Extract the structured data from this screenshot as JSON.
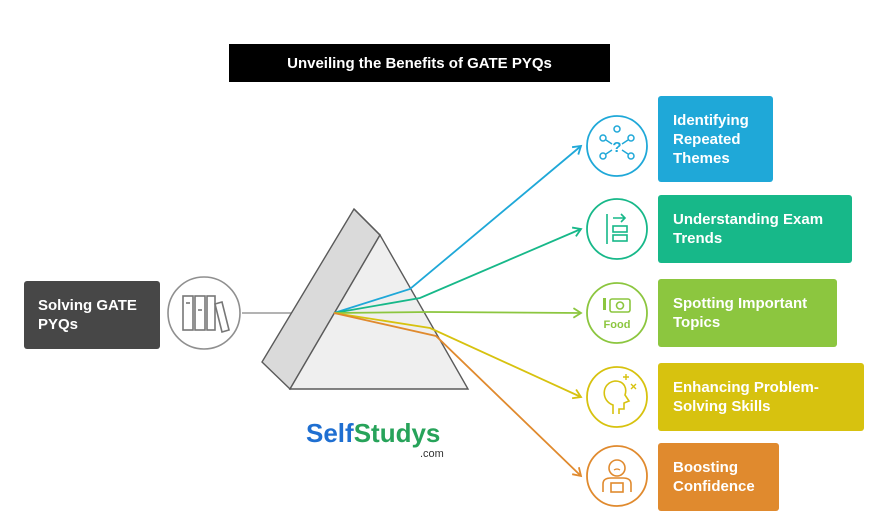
{
  "title": "Unveiling the Benefits of GATE PYQs",
  "input": {
    "label": "Solving GATE PYQs"
  },
  "outputs": [
    {
      "label": "Identifying Repeated Themes",
      "color": "#1fa8d8",
      "icon": "network-question-icon"
    },
    {
      "label": "Understanding Exam Trends",
      "color": "#17b889",
      "icon": "trend-arrow-icon"
    },
    {
      "label": "Spotting Important Topics",
      "color": "#8cc63f",
      "icon": "camera-food-icon"
    },
    {
      "label": "Enhancing Problem-Solving Skills",
      "color": "#d7c20f",
      "icon": "head-math-icon"
    },
    {
      "label": "Boosting Confidence",
      "color": "#e08a2e",
      "icon": "person-podium-icon"
    }
  ],
  "icon_text": {
    "food": "Food",
    "question": "?"
  },
  "brand": {
    "part1": "Self",
    "part2": "Studys",
    "domain": ".com"
  }
}
